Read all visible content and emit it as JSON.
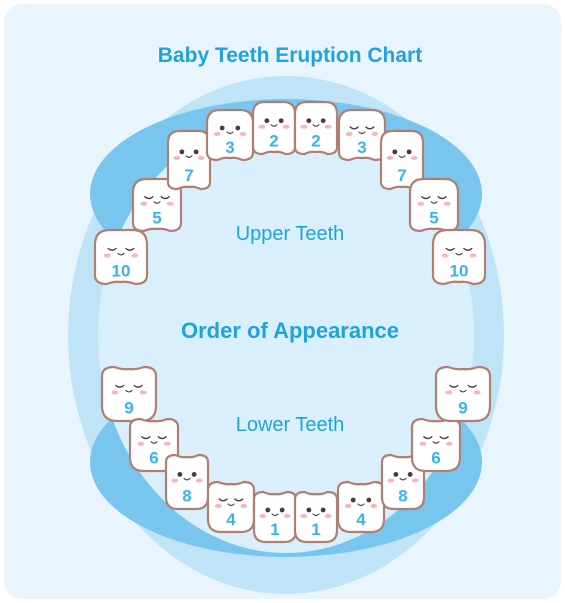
{
  "title": "Baby Teeth Eruption Chart",
  "upper_label": "Upper Teeth",
  "center_label": "Order of Appearance",
  "lower_label": "Lower Teeth",
  "colors": {
    "accent": "#1fa3e0",
    "background": "#e9f5fc",
    "outer_gum": "#bfe4f8",
    "inner_mouth": "#d9f0fc",
    "gum_edge": "#78c6ee",
    "tooth_fill": "#ffffff",
    "tooth_outline": "#b07f74",
    "cheek": "#f7a7b4",
    "number": "#39b4ea"
  },
  "upper_teeth": [
    {
      "order": "10",
      "face": "sleepy"
    },
    {
      "order": "5",
      "face": "sleepy"
    },
    {
      "order": "7",
      "face": "open"
    },
    {
      "order": "3",
      "face": "open"
    },
    {
      "order": "2",
      "face": "open"
    },
    {
      "order": "2",
      "face": "open"
    },
    {
      "order": "3",
      "face": "sleepy"
    },
    {
      "order": "7",
      "face": "open"
    },
    {
      "order": "5",
      "face": "sleepy"
    },
    {
      "order": "10",
      "face": "sleepy"
    }
  ],
  "lower_teeth": [
    {
      "order": "9",
      "face": "sleepy"
    },
    {
      "order": "6",
      "face": "sleepy"
    },
    {
      "order": "8",
      "face": "open"
    },
    {
      "order": "4",
      "face": "sleepy"
    },
    {
      "order": "1",
      "face": "open"
    },
    {
      "order": "1",
      "face": "open"
    },
    {
      "order": "4",
      "face": "open"
    },
    {
      "order": "8",
      "face": "open"
    },
    {
      "order": "6",
      "face": "sleepy"
    },
    {
      "order": "9",
      "face": "sleepy"
    }
  ]
}
